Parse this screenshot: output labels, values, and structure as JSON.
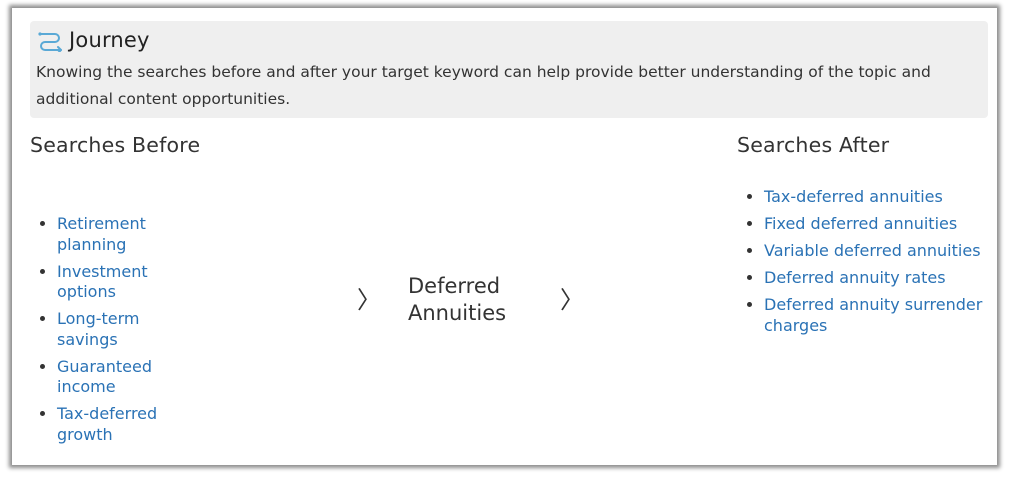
{
  "journey": {
    "title": "Journey",
    "icon": "route-icon",
    "description": "Knowing the searches before and after your target keyword can help provide better understanding of the topic and additional content opportunities."
  },
  "before": {
    "heading": "Searches Before",
    "items": [
      {
        "label": "Retirement planning"
      },
      {
        "label": "Investment options"
      },
      {
        "label": "Long-term savings"
      },
      {
        "label": "Guaranteed income"
      },
      {
        "label": "Tax-deferred growth"
      }
    ]
  },
  "target": {
    "keyword": "Deferred Annuities"
  },
  "after": {
    "heading": "Searches After",
    "items": [
      {
        "label": "Tax-deferred annuities"
      },
      {
        "label": "Fixed deferred annuities"
      },
      {
        "label": "Variable deferred annuities"
      },
      {
        "label": "Deferred annuity rates"
      },
      {
        "label": "Deferred annuity surrender charges"
      }
    ]
  },
  "colors": {
    "link": "#2a72b5",
    "icon": "#5aa9d6",
    "panel_bg": "#efefef"
  }
}
